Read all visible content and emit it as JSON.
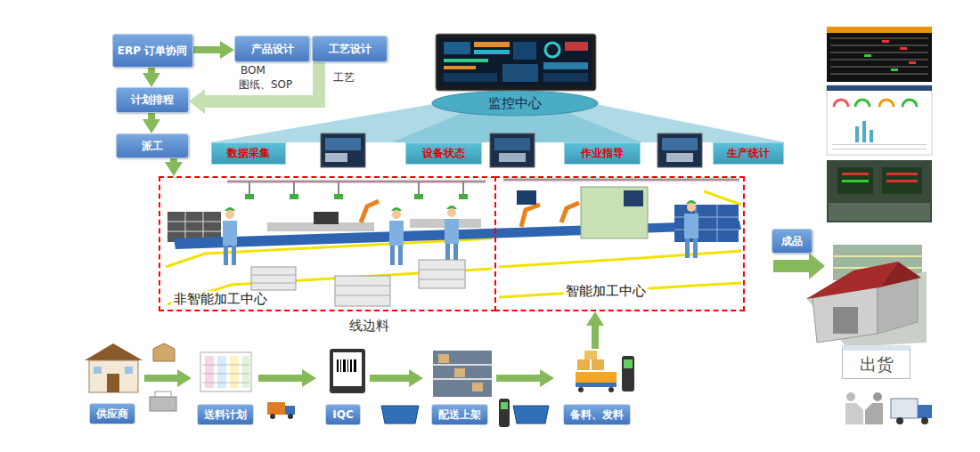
{
  "diagram": {
    "nodes": [
      {
        "text": [
          "ERP 订单协同"
        ]
      },
      {
        "text": [
          "产品设计"
        ]
      },
      {
        "text": [
          "工艺设计"
        ]
      },
      {
        "text": [
          "计划排程"
        ]
      },
      {
        "text": [
          "派工"
        ]
      },
      {
        "text": [
          "监控中心"
        ]
      },
      {
        "text": [
          "数据采集"
        ]
      },
      {
        "text": [
          "设备状态"
        ]
      },
      {
        "text": [
          "作业指导"
        ]
      },
      {
        "text": [
          "生产统计"
        ]
      },
      {
        "text": [
          "非智能加工中心"
        ]
      },
      {
        "text": [
          "智能加工中心"
        ]
      },
      {
        "text": [
          "成品"
        ]
      },
      {
        "text": [
          "供应商"
        ]
      },
      {
        "text": [
          "送料计划"
        ]
      },
      {
        "text": [
          "IQC"
        ]
      },
      {
        "text": [
          "配送上架"
        ]
      },
      {
        "text": [
          "备料、发料"
        ]
      },
      {
        "text": [
          "出货"
        ]
      }
    ],
    "edges": [
      {
        "from": 0,
        "to": 1,
        "arrow": "to"
      },
      {
        "from": 0,
        "to": 3,
        "arrow": "to"
      },
      {
        "from": 2,
        "to": 3,
        "arrow": "to"
      },
      {
        "from": 3,
        "to": 4,
        "arrow": "to"
      },
      {
        "from": 4,
        "to": 10,
        "arrow": "to"
      },
      {
        "from": 13,
        "to": 14,
        "arrow": "to"
      },
      {
        "from": 14,
        "to": 15,
        "arrow": "to"
      },
      {
        "from": 15,
        "to": 16,
        "arrow": "to"
      },
      {
        "from": 16,
        "to": 17,
        "arrow": "to"
      },
      {
        "from": 17,
        "to": 11,
        "arrow": "to"
      }
    ],
    "labels": [
      "BOM",
      "图纸、SOP",
      "工艺",
      "线边料"
    ]
  }
}
